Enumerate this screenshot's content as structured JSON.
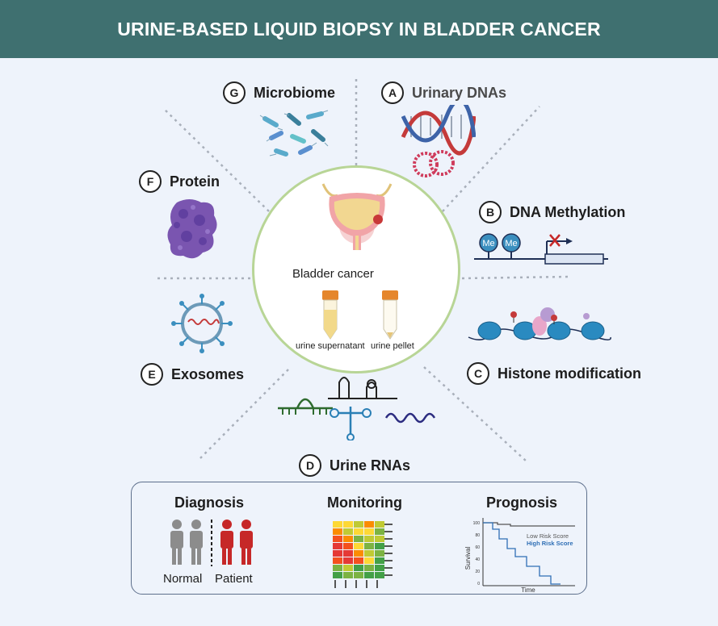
{
  "title": "URINE-BASED LIQUID BIOPSY IN BLADDER CANCER",
  "center": {
    "label": "Bladder cancer",
    "tube_left": "urine supernatant",
    "tube_right": "urine pellet"
  },
  "categories": [
    {
      "letter": "A",
      "label": "Urinary DNAs"
    },
    {
      "letter": "B",
      "label": "DNA Methylation"
    },
    {
      "letter": "C",
      "label": "Histone modification"
    },
    {
      "letter": "D",
      "label": "Urine RNAs"
    },
    {
      "letter": "E",
      "label": "Exosomes"
    },
    {
      "letter": "F",
      "label": "Protein"
    },
    {
      "letter": "G",
      "label": "Microbiome"
    }
  ],
  "methylation": {
    "marker": "Me"
  },
  "applications": {
    "diagnosis": {
      "title": "Diagnosis",
      "normal": "Normal",
      "patient": "Patient"
    },
    "monitoring": {
      "title": "Monitoring"
    },
    "prognosis": {
      "title": "Prognosis",
      "low_risk": "Low Risk Score",
      "high_risk": "High Risk Score",
      "ylabel": "Survival",
      "xlabel": "Time",
      "yticks": [
        "100",
        "80",
        "60",
        "40",
        "20",
        "0"
      ]
    }
  },
  "colors": {
    "banner": "#3f7070",
    "background": "#eef3fb",
    "circle_border": "#b8d596",
    "high_risk": "#2f6fb5",
    "patient": "#c62828",
    "normal": "#8c8c8c"
  }
}
